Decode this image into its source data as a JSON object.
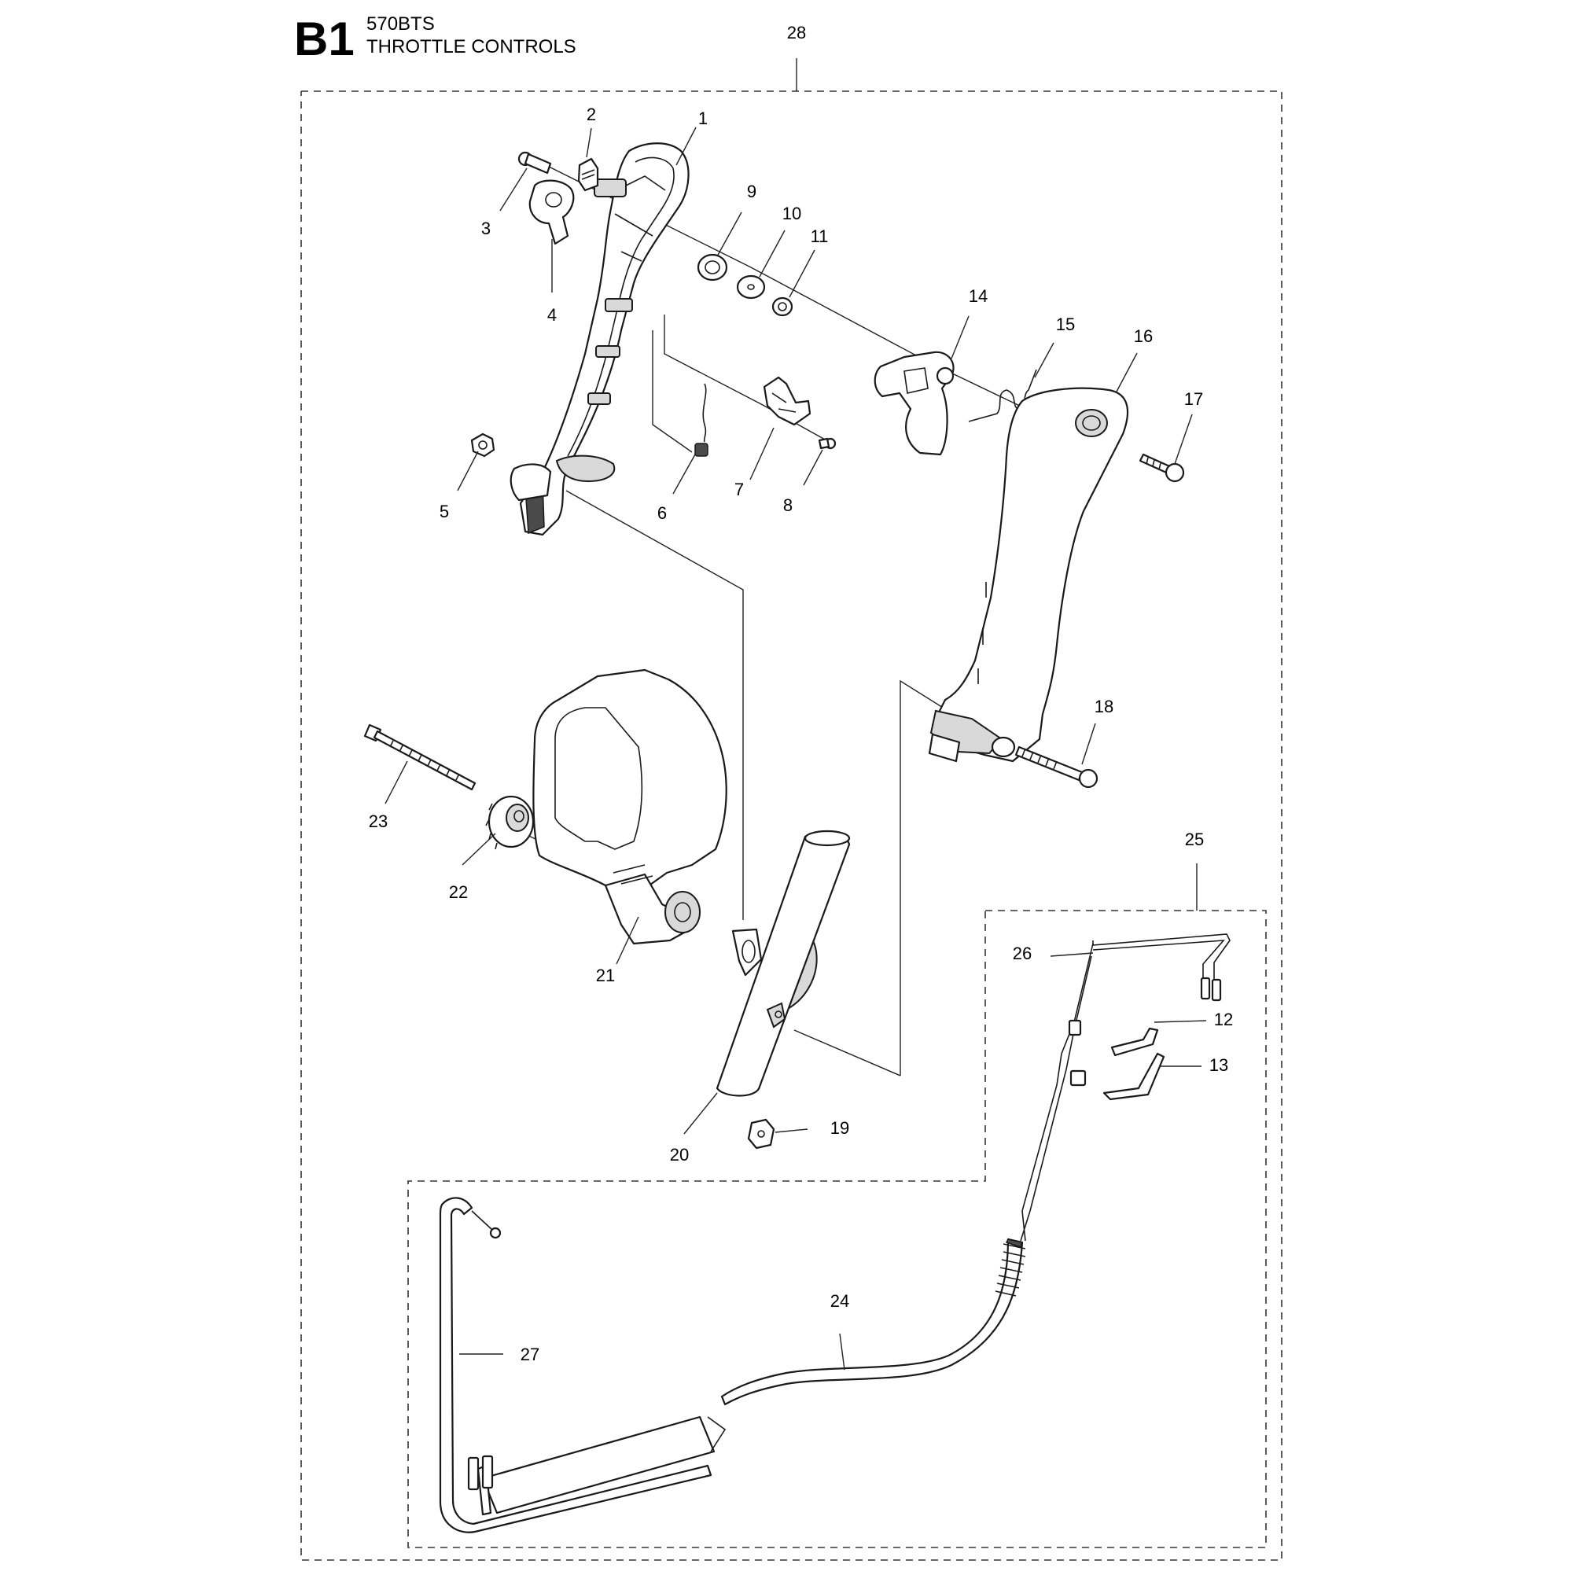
{
  "header": {
    "section_code": "B1",
    "model": "570BTS",
    "title": "THROTTLE CONTROLS"
  },
  "callouts": {
    "c1": "1",
    "c2": "2",
    "c3": "3",
    "c4": "4",
    "c5": "5",
    "c6": "6",
    "c7": "7",
    "c8": "8",
    "c9": "9",
    "c10": "10",
    "c11": "11",
    "c12": "12",
    "c13": "13",
    "c14": "14",
    "c15": "15",
    "c16": "16",
    "c17": "17",
    "c18": "18",
    "c19": "19",
    "c20": "20",
    "c21": "21",
    "c22": "22",
    "c23": "23",
    "c24": "24",
    "c25": "25",
    "c26": "26",
    "c27": "27",
    "c28": "28"
  }
}
